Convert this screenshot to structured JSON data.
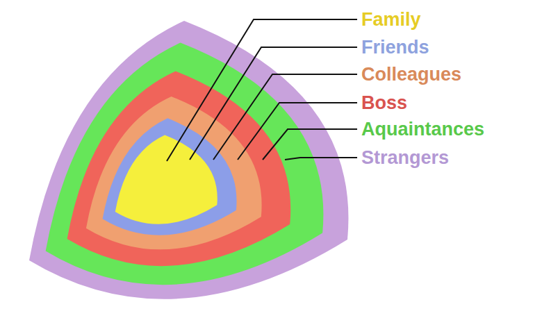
{
  "diagram": {
    "labels": [
      "Family",
      "Friends",
      "Colleagues",
      "Boss",
      "Aquaintances",
      "Strangers"
    ]
  }
}
